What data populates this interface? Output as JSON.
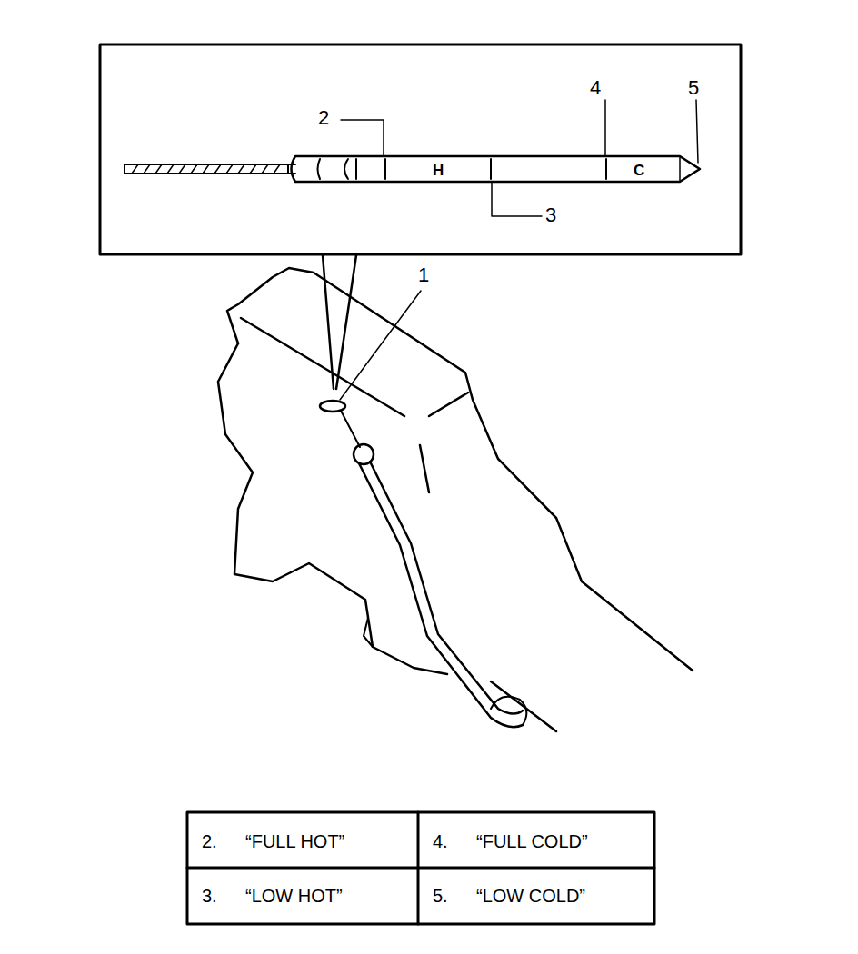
{
  "diagram": {
    "labels": [
      "1",
      "2",
      "3",
      "4",
      "5",
      "H",
      "C",
      "2.",
      "“FULL HOT”",
      "4.",
      "“FULL COLD”",
      "3.",
      "“LOW HOT”",
      "5.",
      "“LOW COLD”"
    ]
  }
}
